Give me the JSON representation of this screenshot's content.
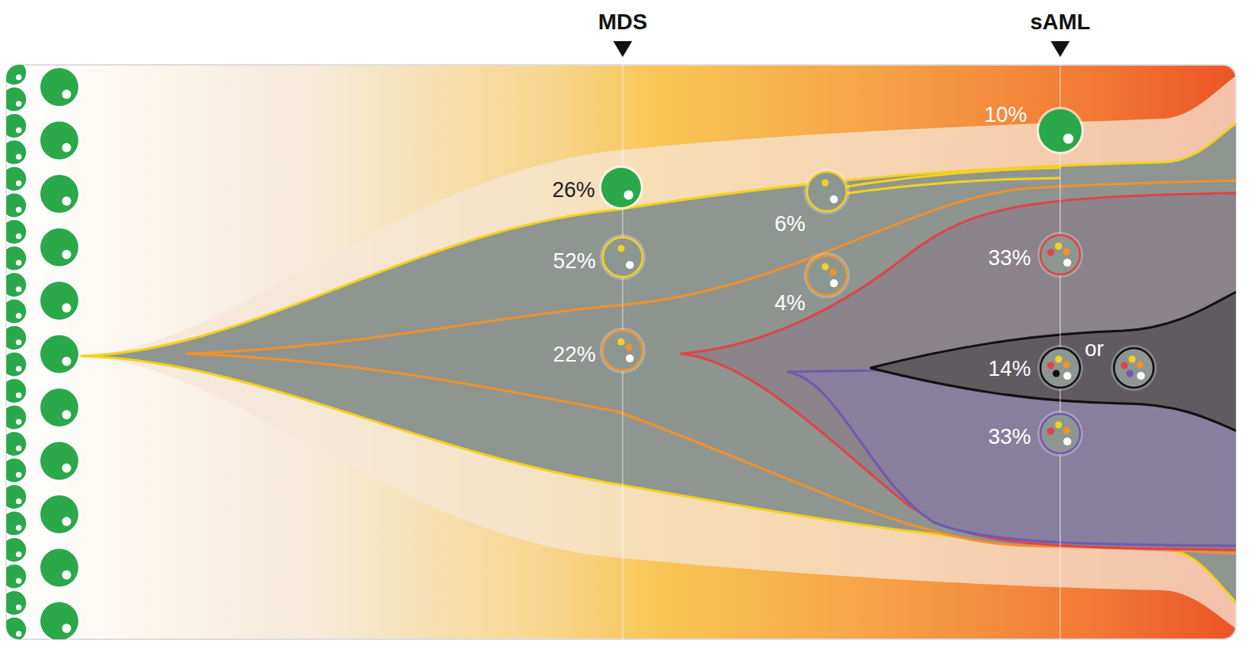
{
  "diagram": {
    "labels": [
      "MDS",
      "sAML",
      "26%",
      "52%",
      "22%",
      "6%",
      "4%",
      "10%",
      "33%",
      "14%",
      "or",
      "33%"
    ]
  }
}
